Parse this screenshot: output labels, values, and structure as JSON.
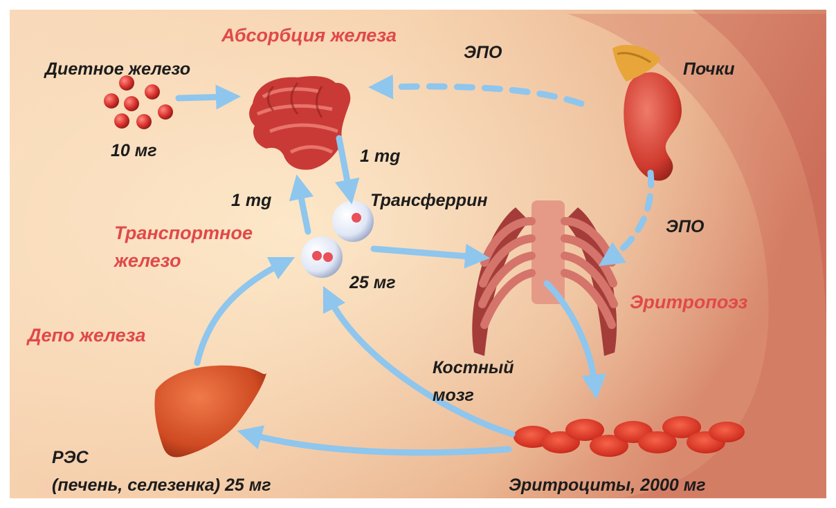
{
  "labels": {
    "absorption": "Абсорбция железа",
    "epo_top": "ЭПО",
    "kidneys": "Почки",
    "dietary_iron": "Диетное железо",
    "dose_10": "10 мг",
    "to_transferrin": "1 mg",
    "from_transferrin": "1 mg",
    "transferrin": "Трансферрин",
    "transport_iron_1": "Транспортное",
    "transport_iron_2": "железо",
    "transport_dose": "25 мг",
    "epo_right": "ЭПО",
    "erythropoiesis": "Эритропоэз",
    "iron_depot": "Депо железа",
    "bone_marrow_1": "Костный",
    "bone_marrow_2": "мозг",
    "res_1": "РЭС",
    "res_2": "(печень, селезенка) 25 мг",
    "erythrocytes": "Эритроциты, 2000 мг"
  },
  "colors": {
    "label_dark": "#1c1c1c",
    "label_red": "#e0494a",
    "arrow": "#8ec6ee",
    "organ": "#c9312f",
    "background": "#f3c9a6"
  }
}
